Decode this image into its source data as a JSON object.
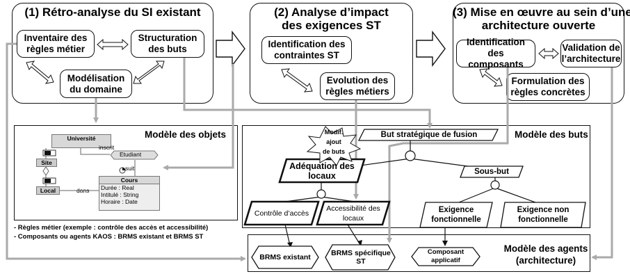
{
  "phases": {
    "p1": {
      "title": "(1) Rétro-analyse du SI existant",
      "inventaire": "Inventaire des règles métier",
      "structuration": "Structuration des buts",
      "modelisation": "Modélisation du domaine"
    },
    "p2": {
      "title_line1": "(2) Analyse d’impact",
      "title_line2": "des exigences ST",
      "identification": "Identification des contraintes ST",
      "evolution": "Evolution des règles métiers"
    },
    "p3": {
      "title_line1": "(3) Mise en œuvre au sein d’une",
      "title_line2": "architecture ouverte",
      "identification": "Identification des composants",
      "validation": "Validation de l’architecture",
      "formulation": "Formulation des règles concrètes"
    }
  },
  "objets": {
    "title": "Modèle des objets",
    "universite": "Université",
    "inscrit": "inscrit",
    "etudiant": "Etudiant",
    "suit": "suit",
    "site": "Site",
    "cours": "Cours",
    "cours_attrs": [
      "Durée : Real",
      "Intitulé : String",
      "Horaire : Date"
    ],
    "local": "Local",
    "dans": "dans"
  },
  "buts": {
    "title": "Modèle des buts",
    "strategique": "But stratégique  de fusion",
    "adequation": "Adéquation des locaux",
    "sous_but": "Sous-but",
    "controle": "Contrôle d’accès",
    "accessibilite": "Accessibilité des locaux",
    "exigence_f": "Exigence fonctionnelle",
    "exigence_nf": "Exigence non fonctionnelle",
    "burst_line1": "Modif.",
    "burst_line2": "ajout",
    "burst_line3": "de buts"
  },
  "notes": {
    "line1": "- Règles métier (exemple : contrôle des accès et accessibilité)",
    "line2": "- Composants ou agents KAOS : BRMS existant et BRMS ST"
  },
  "agents": {
    "title_line1": "Modèle des agents",
    "title_line2": "(architecture)",
    "brms_existant": "BRMS existant",
    "brms_st": "BRMS spécifique ST",
    "composant": "Composant applicatif"
  },
  "colors": {
    "connector": "#aaaaaa",
    "border": "#111111"
  }
}
